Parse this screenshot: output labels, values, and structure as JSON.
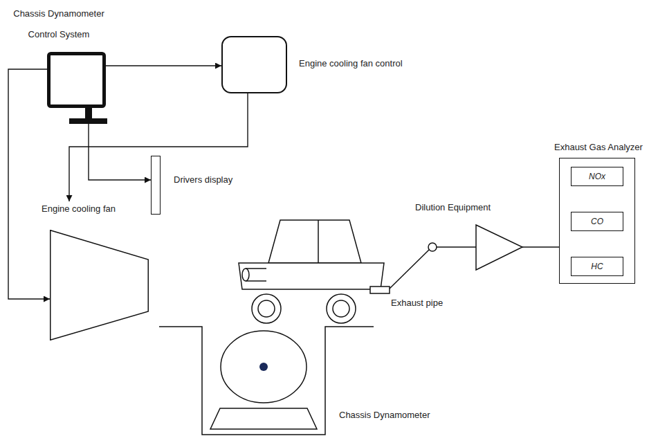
{
  "diagram": {
    "nodes": [
      {
        "text": [
          "Chassis Dynamometer Control System"
        ]
      },
      {
        "text": [
          "Engine cooling fan control"
        ]
      },
      {
        "text": [
          "Drivers display"
        ]
      },
      {
        "text": [
          "Engine cooling fan"
        ]
      },
      {
        "text": [
          "Dilution Equipment"
        ]
      },
      {
        "text": [
          "Exhaust Gas Analyzer"
        ]
      },
      {
        "text": [
          "NOx"
        ],
        "in": 5
      },
      {
        "text": [
          "CO"
        ],
        "in": 5
      },
      {
        "text": [
          "HC"
        ],
        "in": 5
      }
    ],
    "edges": [
      {
        "from": 0,
        "to": 1,
        "arrow": "to"
      },
      {
        "from": 1,
        "to": 3,
        "arrow": "to"
      },
      {
        "from": 0,
        "to": 2,
        "arrow": "to"
      },
      {
        "from": 0,
        "to": 3,
        "arrow": "to"
      },
      {
        "from": 4,
        "to": 5,
        "arrow": "none"
      }
    ],
    "labels": [
      "Exhaust pipe",
      "Chassis Dynamometer"
    ]
  }
}
